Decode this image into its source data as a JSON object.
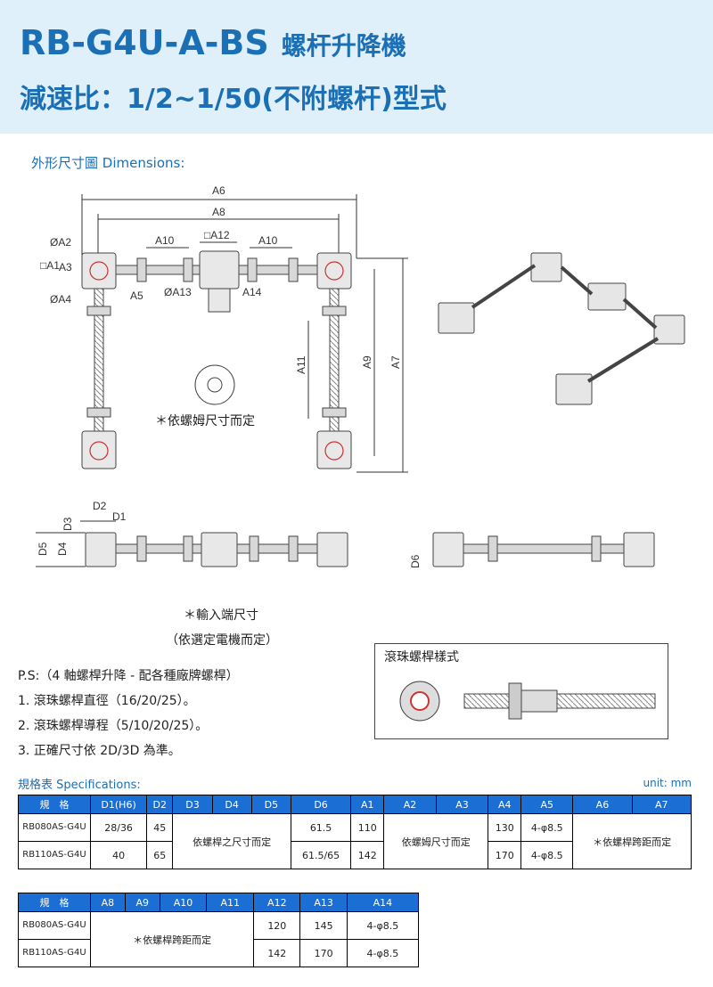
{
  "title": {
    "model": "RB-G4U-A-BS",
    "name": "螺杆升降機",
    "ratio": "減速比：1/2~1/50(不附螺杆)型式"
  },
  "section_label": "外形尺寸圖 Dimensions:",
  "dim_labels": {
    "A6": "A6",
    "A8": "A8",
    "A10a": "A10",
    "A12": "□A12",
    "A10b": "A10",
    "A2": "ØA2",
    "A1": "□A1",
    "A3": "A3",
    "A4": "ØA4",
    "A5": "A5",
    "A13": "ØA13",
    "A14": "A14",
    "A11": "A11",
    "A9": "A9",
    "A7": "A7",
    "D2": "D2",
    "D1": "D1",
    "D3": "D3",
    "D5": "D5",
    "D4": "D4",
    "D6": "D6"
  },
  "notes": {
    "nut": "＊依螺姆尺寸而定",
    "input1": "＊輸入端尺寸",
    "input2": "（依選定電機而定）"
  },
  "ballscrew_caption": "滾珠螺桿樣式",
  "ps_lines": [
    "P.S:（4 軸螺桿升降 - 配各種廠牌螺桿）",
    "1. 滾珠螺桿直徑（16/20/25）。",
    "2. 滾珠螺桿導程（5/10/20/25）。",
    "3. 正確尺寸依 2D/3D 為準。"
  ],
  "spec_label": "規格表 Specifications:",
  "unit": "unit: mm",
  "table1": {
    "headers": [
      "規　格",
      "D1(H6)",
      "D2",
      "D3",
      "D4",
      "D5",
      "D6",
      "A1",
      "A2",
      "A3",
      "A4",
      "A5",
      "A6",
      "A7"
    ],
    "rows": [
      {
        "model": "RB080AS-G4U",
        "D1": "28/36",
        "D2": "45",
        "D6": "61.5",
        "A1": "110",
        "A4": "130",
        "A5": "4-φ8.5"
      },
      {
        "model": "RB110AS-G4U",
        "D1": "40",
        "D2": "65",
        "D6": "61.5/65",
        "A1": "142",
        "A4": "170",
        "A5": "4-φ8.5"
      }
    ],
    "merge_d": "依螺桿之尺寸而定",
    "merge_a23": "依螺姆尺寸而定",
    "merge_a67": "＊依螺桿跨距而定"
  },
  "table2": {
    "headers": [
      "規　格",
      "A8",
      "A9",
      "A10",
      "A11",
      "A12",
      "A13",
      "A14"
    ],
    "rows": [
      {
        "model": "RB080AS-G4U",
        "A12": "120",
        "A13": "145",
        "A14": "4-φ8.5"
      },
      {
        "model": "RB110AS-G4U",
        "A12": "142",
        "A13": "170",
        "A14": "4-φ8.5"
      }
    ],
    "merge": "＊依螺桿跨距而定"
  },
  "colors": {
    "brand_blue": "#1b6fb5",
    "header_bg": "#dff0fb",
    "table_head": "#1a6ed4"
  }
}
